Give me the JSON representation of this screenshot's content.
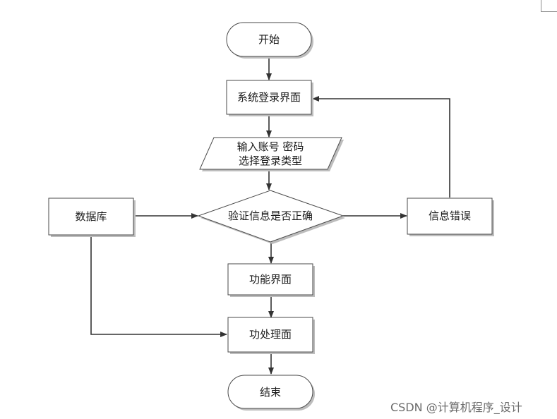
{
  "nodes": {
    "start": "开始",
    "login": "系统登录界面",
    "input_line1": "输入账号 密码",
    "input_line2": "选择登录类型",
    "verify": "验证信息是否正确",
    "database": "数据库",
    "error": "信息错误",
    "function_ui": "功能界面",
    "process": "功处理面",
    "end": "结束"
  },
  "watermark": "CSDN @计算机程序_设计"
}
